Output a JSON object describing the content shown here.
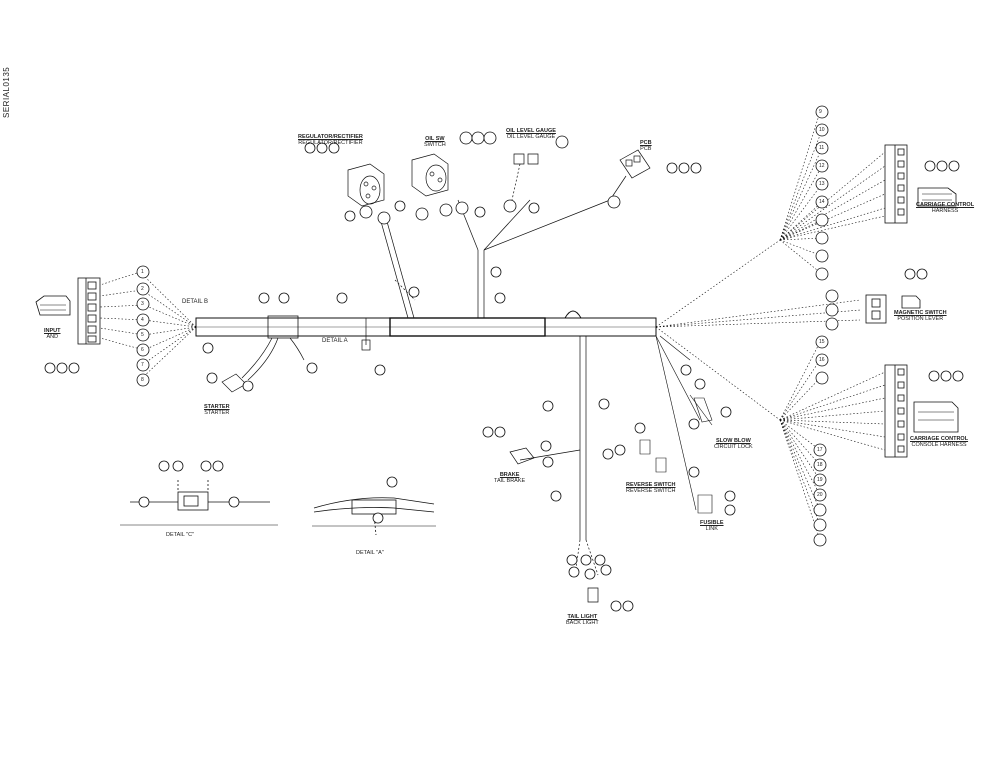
{
  "drawing_code": "SERIAL0135",
  "detail_b_label": "DETAIL B",
  "detail_a_label": "DETAIL A",
  "detail_c_title": "DETAIL \"C\"",
  "detail_a_title": "DETAIL \"A\"",
  "components": {
    "input": {
      "title": "INPUT",
      "sub": "AND"
    },
    "regulator": {
      "title": "REGULATOR/RECTIFIER",
      "sub": "REGULATOR/RECTIFIER"
    },
    "oil_switch": {
      "title": "OIL SW",
      "sub": "SWITCH"
    },
    "oil_level": {
      "title": "OIL LEVEL GAUGE",
      "sub": "OIL LEVEL GAUGE"
    },
    "pcb": {
      "title": "PCB",
      "sub": "PCB"
    },
    "carriage_harness": {
      "title": "CARRIAGE CONTROL",
      "sub": "HARNESS"
    },
    "position_lever": {
      "title": "MAGNETIC SWITCH",
      "sub": "POSITION LEVER"
    },
    "console_harness": {
      "title": "CARRIAGE CONTROL",
      "sub": "CONSOLE HARNESS"
    },
    "starter": {
      "title": "STARTER",
      "sub": "STARTER"
    },
    "tail_brake": {
      "title": "BRAKE",
      "sub": "TAIL BRAKE"
    },
    "reverse_switch": {
      "title": "REVERSE SWITCH",
      "sub": "REVERSE SWITCH"
    },
    "slow_blow": {
      "title": "SLOW BLOW",
      "sub": "CIRCUIT LOCK"
    },
    "fusible_link": {
      "title": "FUSIBLE",
      "sub": "LINK"
    },
    "back_light": {
      "title": "TAIL LIGHT",
      "sub": "BACK LIGHT"
    }
  },
  "callouts": {
    "a": "1",
    "b": "2",
    "c": "3",
    "d": "4",
    "e": "5",
    "f": "6",
    "g": "7",
    "h": "8",
    "i": "9",
    "j": "10",
    "k": "11",
    "l": "12",
    "m": "13",
    "n": "14",
    "o": "15",
    "p": "16",
    "q": "17",
    "r": "18",
    "s": "19",
    "t": "20"
  }
}
